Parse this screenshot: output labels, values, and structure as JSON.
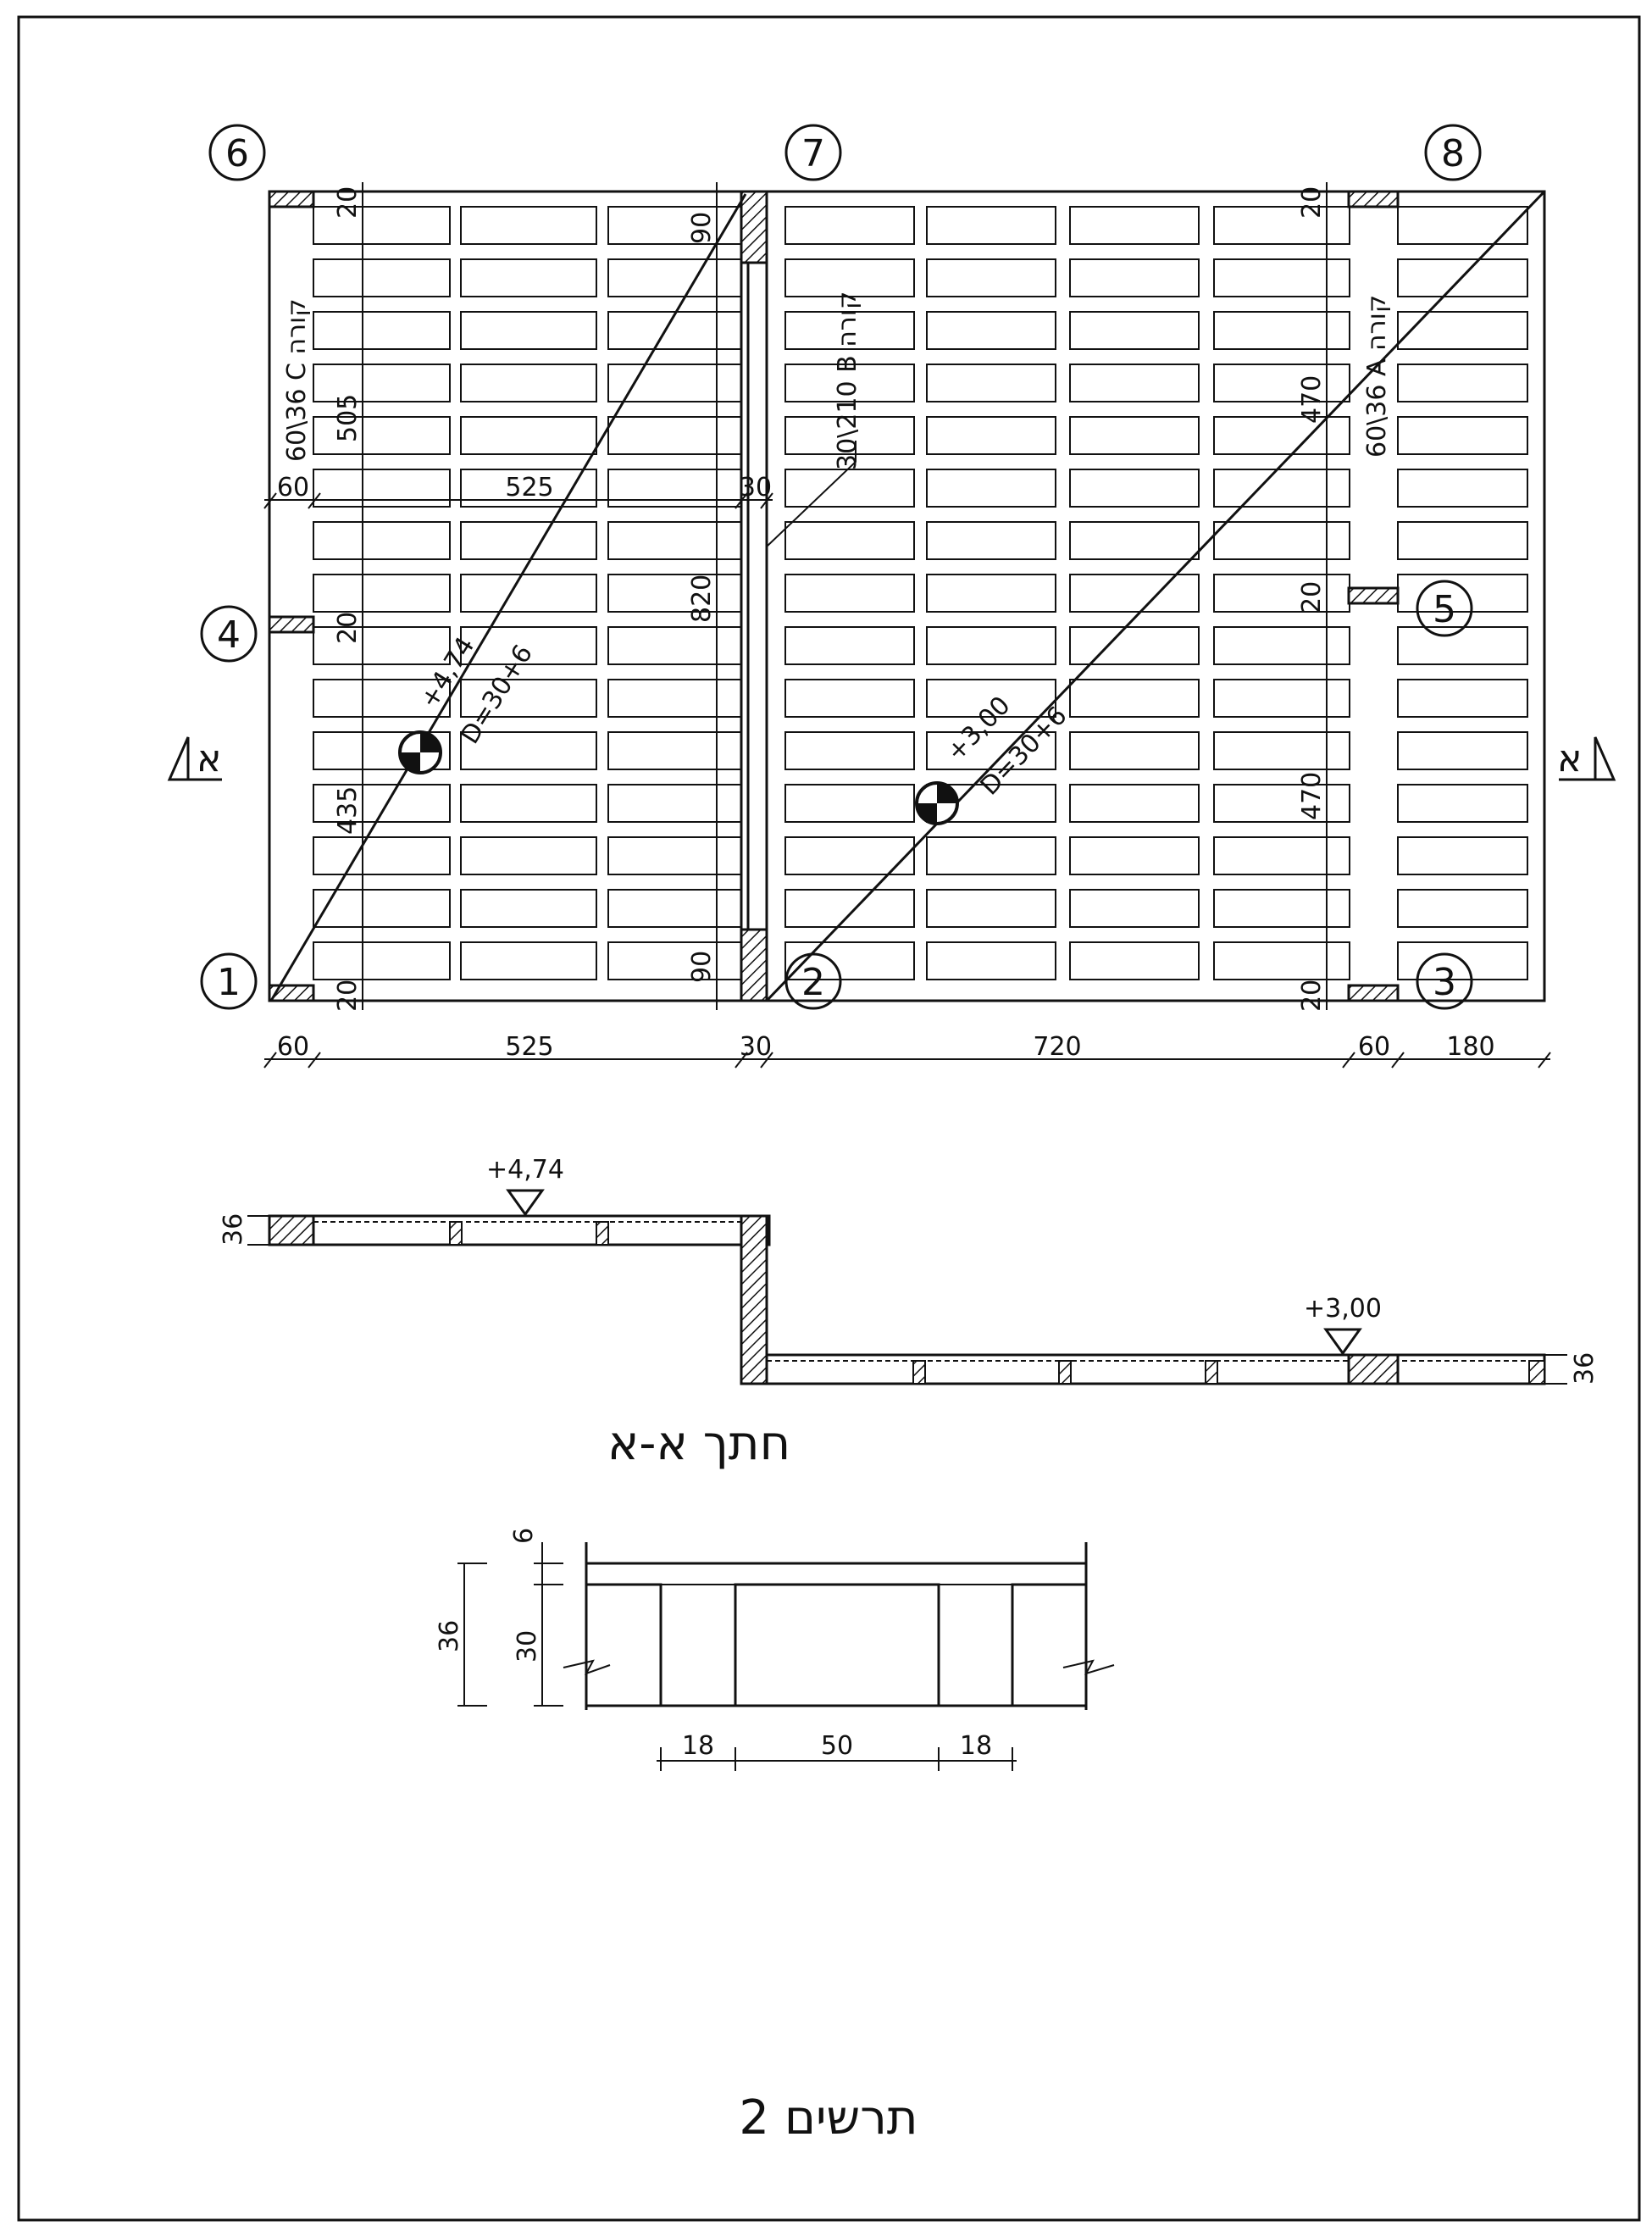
{
  "plan": {
    "grid_labels": [
      "6",
      "7",
      "8",
      "4",
      "5",
      "1",
      "2",
      "3"
    ],
    "section_marks": [
      "א",
      "א"
    ],
    "beams": {
      "c": "60\\36 C קורה",
      "b": "30\\210 B קורה",
      "a": "60\\36 A קורה"
    },
    "levels": {
      "left": "+4,74",
      "left_d": "D=30+6",
      "right": "+3,00",
      "right_d": "D=30+6"
    },
    "dims": {
      "bottom": [
        "60",
        "525",
        "30",
        "720",
        "60",
        "180"
      ],
      "inner": [
        "60",
        "525",
        "30"
      ],
      "left_vertical": [
        "505",
        "435"
      ],
      "col_twenties": [
        "20",
        "20",
        "20",
        "20",
        "20",
        "20"
      ],
      "center_vertical": [
        "90",
        "820",
        "90"
      ],
      "right_vertical": [
        "470",
        "470"
      ]
    }
  },
  "section": {
    "level_top": "+4,74",
    "level_bottom": "+3,00",
    "thickness_left": "36",
    "thickness_right": "36",
    "title": "חתך א-א"
  },
  "detail": {
    "dims": {
      "top": "6",
      "total": "36",
      "rib": "30",
      "bottom": [
        "18",
        "50",
        "18"
      ]
    }
  },
  "footer": {
    "title": "תרשים 2"
  }
}
